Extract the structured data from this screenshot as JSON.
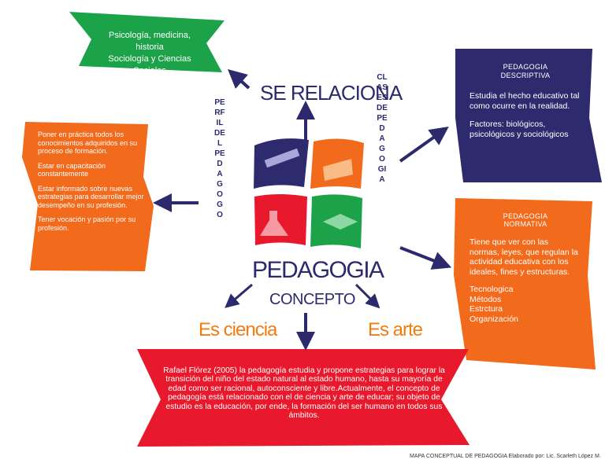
{
  "green_box": {
    "line1": "Psicología, medicina, historia",
    "line2": "Sociología y Ciencias Sociales"
  },
  "se_relaciona": "SE RELACIONA",
  "perfil_vertical": "PERFIL DEL PEDAGOGO",
  "clases_vertical": "CLASES DE PEDAGOGIA",
  "left_box": {
    "p1": "Poner en práctica todos los conocimientos adquiridos en su proceso de formación.",
    "p2": "Estar en capacitación constantemente",
    "p3": "Estar informado sobre nuevas estrategias para desarrollar mejor desempeño en su profesión.",
    "p4": "Tener vocación y pasión por su profesión."
  },
  "purple_box": {
    "title1": "PEDAGOGIA",
    "title2": "DESCRIPTIVA",
    "p1": "Estudia el hecho educativo tal como ocurre en la realidad.",
    "p2": "Factores: biológicos, psicológicos y sociológicos"
  },
  "orange_right_box": {
    "title1": "PEDAGOGIA",
    "title2": "NORMATIVA",
    "p1": "Tiene que ver con las normas, leyes, que regulan la actividad educativa con los ideales, fines y estructuras.",
    "items": [
      "Tecnologica",
      "Métodos",
      "Estrctura",
      "Organización"
    ]
  },
  "center": {
    "title": "PEDAGOGIA",
    "subtitle": "CONCEPTO"
  },
  "es_ciencia": "Es ciencia",
  "es_arte": "Es arte",
  "red_box": "Rafael Flórez (2005) la pedagogía estudia y propone estrategias para lograr la transición del niño del estado natural al estado humano, hasta su mayoría de edad como ser racional, autoconsciente y libre.Actualmente, el concepto de pedagogía está relacionado con el de ciencia y arte de educar; su objeto de estudio es la educación, por ende, la formación del ser humano en todos sus ámbitos.",
  "footer": "MAPA CONCEPTUAL DE PEDAGOGIA  Elaborado por: Lic. Scarleth López M.",
  "colors": {
    "green": "#1ca34a",
    "orange": "#f26a1b",
    "purple": "#2e2a6e",
    "red": "#e8192c",
    "navy": "#2c2a6d"
  }
}
